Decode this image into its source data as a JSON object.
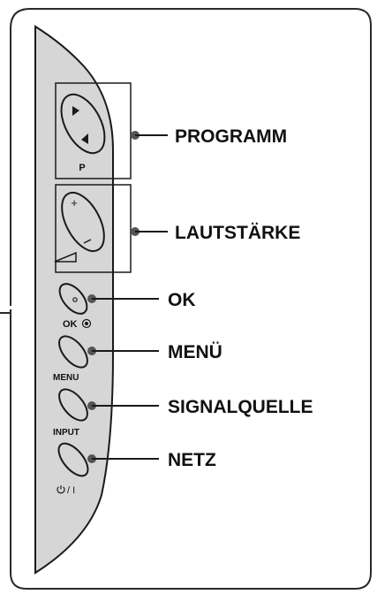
{
  "panel": {
    "buttons": [
      {
        "id": "programm",
        "caption": "P",
        "callout": "PROGRAMM"
      },
      {
        "id": "lautstaerke",
        "caption": "",
        "callout": "LAUTSTÄRKE"
      },
      {
        "id": "ok",
        "caption": "OK",
        "callout": "OK"
      },
      {
        "id": "menu",
        "caption": "MENU",
        "callout": "MENÜ"
      },
      {
        "id": "input",
        "caption": "INPUT",
        "callout": "SIGNALQUELLE"
      },
      {
        "id": "power",
        "caption": "/ I",
        "callout": "NETZ"
      }
    ]
  },
  "colors": {
    "panel_fill": "#d6d6d6",
    "stroke": "#1a1a1a",
    "frame": "#2a2a2a"
  }
}
